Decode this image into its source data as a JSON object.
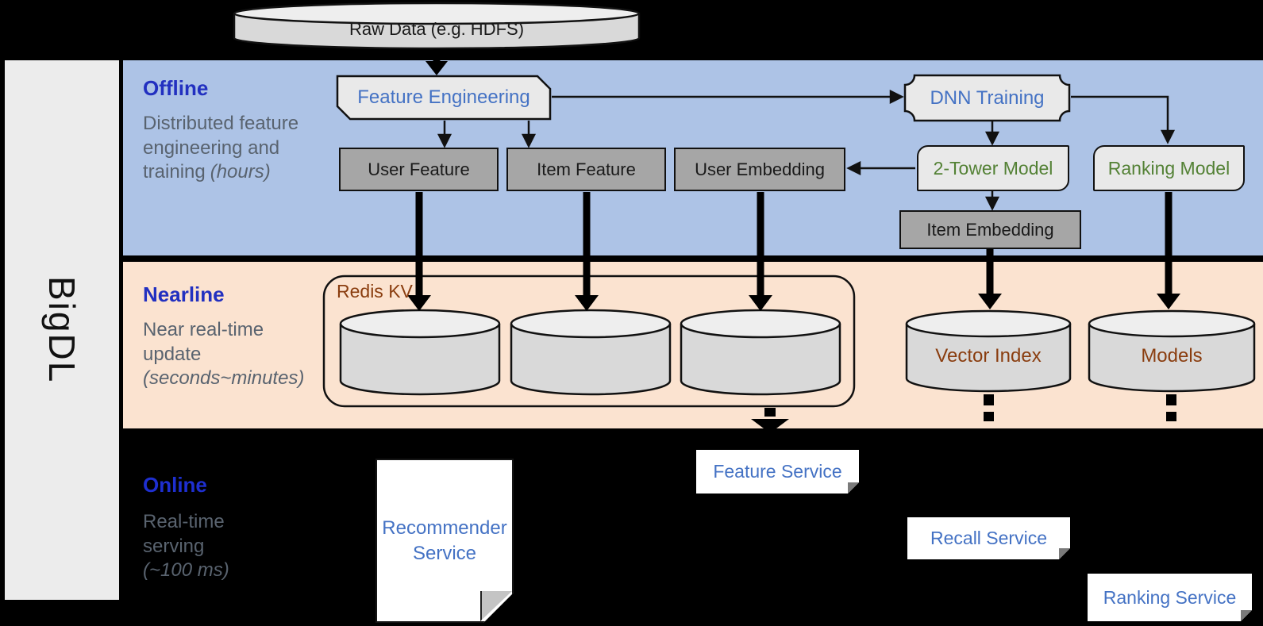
{
  "sidebar": {
    "label": "BigDL"
  },
  "raw_data": {
    "label": "Raw Data (e.g. HDFS)"
  },
  "sections": {
    "offline": {
      "title": "Offline",
      "desc": "Distributed feature engineering and training",
      "desc_italic": "(hours)"
    },
    "nearline": {
      "title": "Nearline",
      "desc": "Near real-time update",
      "desc_italic": "(seconds~minutes)"
    },
    "online": {
      "title": "Online",
      "desc": "Real-time serving",
      "desc_italic": "(~100 ms)"
    }
  },
  "offline_nodes": {
    "feature_engineering": "Feature Engineering",
    "dnn_training": "DNN Training",
    "user_feature": "User Feature",
    "item_feature": "Item Feature",
    "user_embedding": "User Embedding",
    "two_tower_model": "2-Tower Model",
    "ranking_model": "Ranking Model",
    "item_embedding": "Item Embedding"
  },
  "nearline_nodes": {
    "redis_kv": "Redis KV",
    "vector_index": "Vector Index",
    "models": "Models"
  },
  "online_nodes": {
    "recommender_service": "Recommender Service",
    "feature_service": "Feature Service",
    "recall_service": "Recall Service",
    "ranking_service": "Ranking Service"
  },
  "colors": {
    "offline_band": "#adc3e6",
    "nearline_band": "#fbe3d0",
    "sidebar_panel": "#ececec",
    "node_gray": "#a6a6a6",
    "node_light": "#e9e9e9",
    "accent_blue": "#4472c4",
    "heading_blue": "#2230c0",
    "model_green": "#538135",
    "storage_brown": "#8a3d0f",
    "desc_gray": "#59636f",
    "background": "#000000"
  }
}
